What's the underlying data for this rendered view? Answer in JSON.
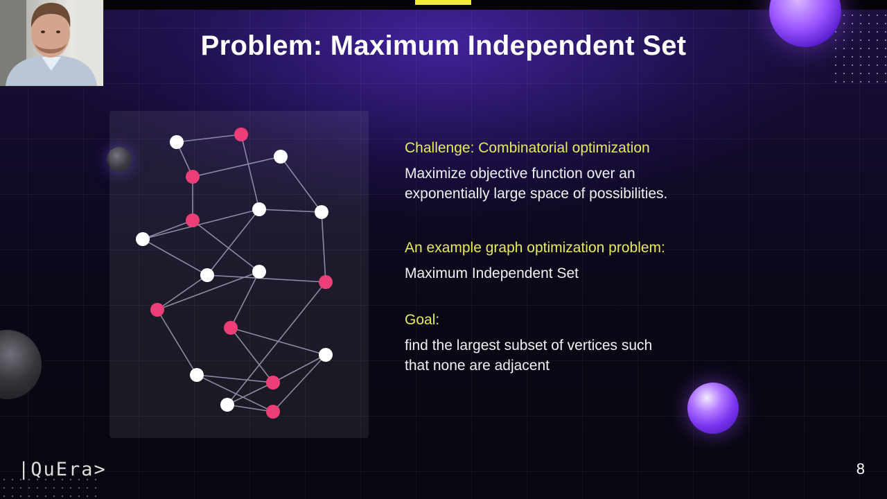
{
  "slide": {
    "title": "Problem: Maximum Independent Set",
    "page_number": "8",
    "logo": "|QuEra>"
  },
  "sections": [
    {
      "heading": "Challenge: Combinatorial optimization",
      "lines": [
        "Maximize objective function over an",
        "exponentially large space of possibilities."
      ]
    },
    {
      "heading": "An example graph optimization problem:",
      "lines": [
        "Maximum Independent Set"
      ]
    },
    {
      "heading": "Goal:",
      "lines": [
        "find the largest subset of vertices such",
        "that none are adjacent"
      ]
    }
  ],
  "graph": {
    "colors": {
      "selected": "#ec3f78",
      "unselected": "#ffffff",
      "edge": "#8e8aa6"
    },
    "nodes": [
      {
        "id": "n1",
        "selected": false
      },
      {
        "id": "n2",
        "selected": true
      },
      {
        "id": "n3",
        "selected": false
      },
      {
        "id": "n4",
        "selected": true
      },
      {
        "id": "n5",
        "selected": true
      },
      {
        "id": "n6",
        "selected": false
      },
      {
        "id": "n7",
        "selected": false
      },
      {
        "id": "n8",
        "selected": false
      },
      {
        "id": "n9",
        "selected": false
      },
      {
        "id": "n10",
        "selected": false
      },
      {
        "id": "n11",
        "selected": true
      },
      {
        "id": "n12",
        "selected": true
      },
      {
        "id": "n13",
        "selected": true
      },
      {
        "id": "n14",
        "selected": false
      },
      {
        "id": "n15",
        "selected": false
      },
      {
        "id": "n16",
        "selected": true
      },
      {
        "id": "n17",
        "selected": false
      },
      {
        "id": "n18",
        "selected": true
      }
    ],
    "edges": [
      [
        "n1",
        "n2"
      ],
      [
        "n1",
        "n4"
      ],
      [
        "n2",
        "n6"
      ],
      [
        "n4",
        "n3"
      ],
      [
        "n3",
        "n7"
      ],
      [
        "n4",
        "n5"
      ],
      [
        "n5",
        "n8"
      ],
      [
        "n5",
        "n10"
      ],
      [
        "n8",
        "n6"
      ],
      [
        "n8",
        "n9"
      ],
      [
        "n6",
        "n7"
      ],
      [
        "n7",
        "n11"
      ],
      [
        "n10",
        "n12"
      ],
      [
        "n9",
        "n12"
      ],
      [
        "n9",
        "n11"
      ],
      [
        "n10",
        "n13"
      ],
      [
        "n13",
        "n16"
      ],
      [
        "n13",
        "n15"
      ],
      [
        "n12",
        "n14"
      ],
      [
        "n14",
        "n16"
      ],
      [
        "n14",
        "n18"
      ],
      [
        "n16",
        "n17"
      ],
      [
        "n17",
        "n11"
      ],
      [
        "n17",
        "n18"
      ],
      [
        "n15",
        "n16"
      ],
      [
        "n15",
        "n18"
      ],
      [
        "n9",
        "n6"
      ]
    ]
  },
  "webcam": {
    "description_icon": "person-video-icon"
  }
}
